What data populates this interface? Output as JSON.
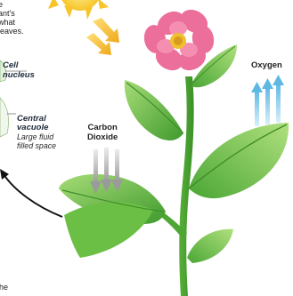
{
  "intro_text": {
    "line_1": "e",
    "line_2": "ant's",
    "line_3": "what",
    "line_4": "leaves."
  },
  "cell_labels": {
    "nucleus_line_1": "Cell",
    "nucleus_line_2": "nucleus",
    "vacuole_line_1": "Central",
    "vacuole_line_2": "vacuole",
    "vacuole_desc_1": "Large fluid",
    "vacuole_desc_2": "filled space"
  },
  "gas_labels": {
    "oxygen": "Oxygen",
    "carbon_line_1": "Carbon",
    "carbon_line_2": "Dioxide"
  },
  "footer_text": "he",
  "colors": {
    "leaf_light": "#8ed060",
    "leaf_dark": "#3f9a2c",
    "petal_pink": "#ec6e9a",
    "flower_center": "#f0c030",
    "oxygen_arrow": "#7ec8ea",
    "co2_arrow": "#b5b5b5",
    "sun_arrow": "#f3b51c"
  }
}
